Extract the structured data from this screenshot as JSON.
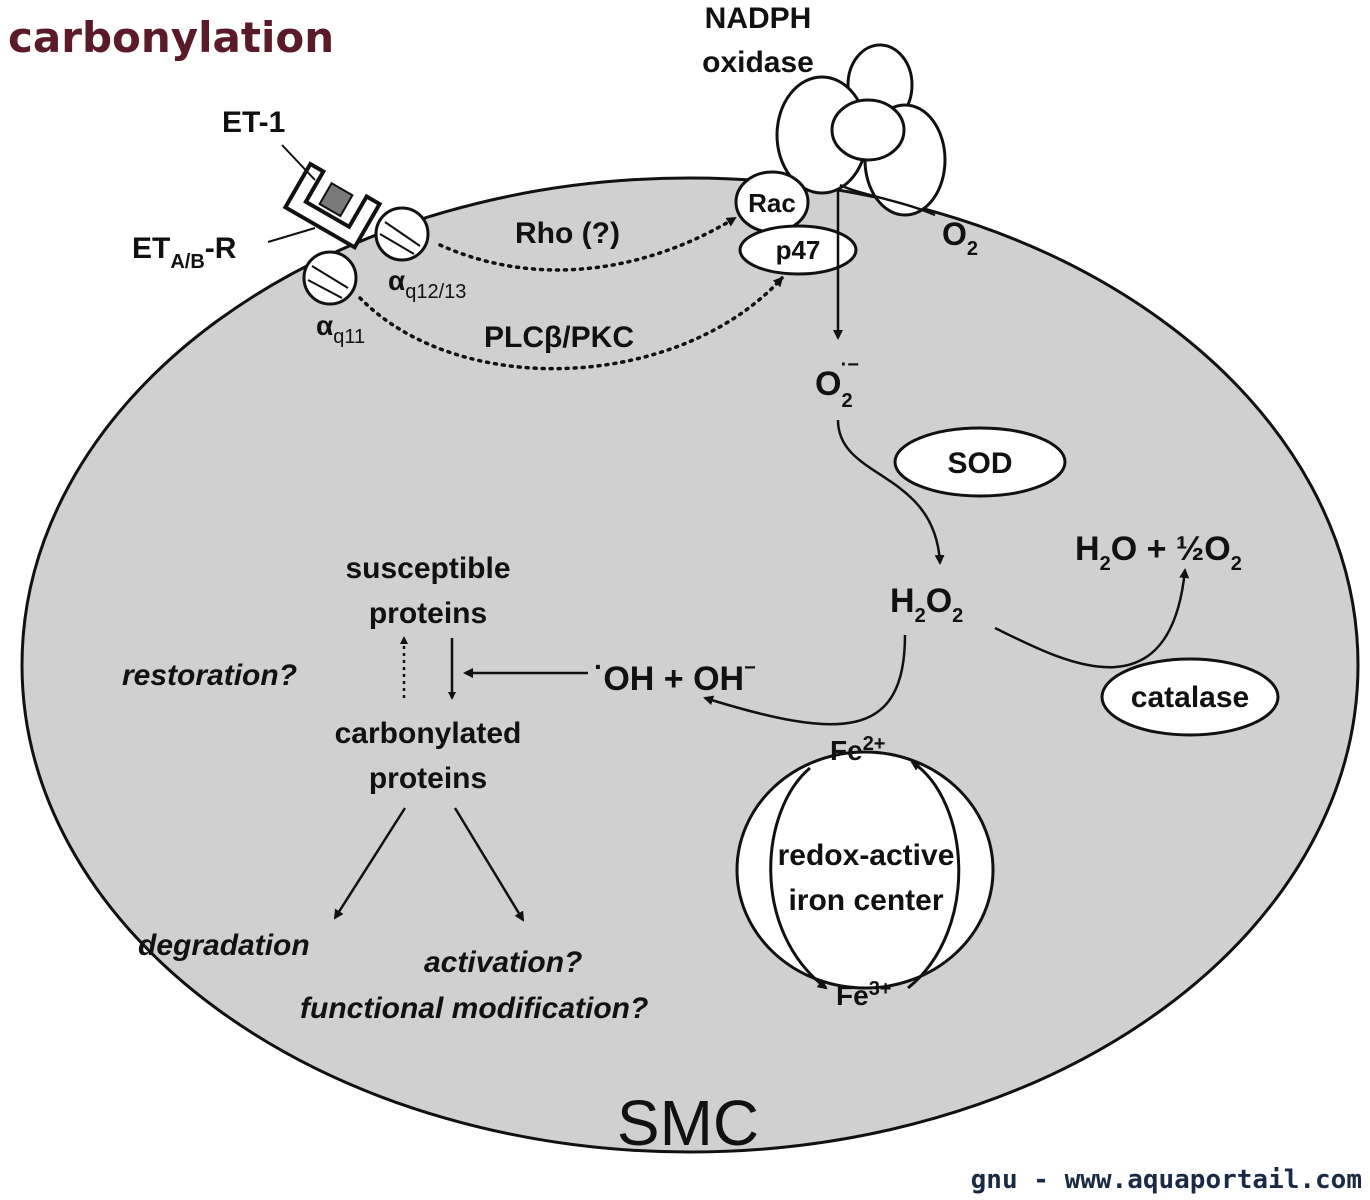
{
  "header": {
    "title": "carbonylation"
  },
  "watermark": {
    "text": "gnu - www.aquaportail.com"
  },
  "colors": {
    "cell": "#d0d0d0",
    "title": "#5a1a2a",
    "ink": "#111111"
  },
  "membrane": {
    "ligand": "ET-1",
    "receptor_main": "ET",
    "receptor_sub": "A/B",
    "receptor_suffix": "-R",
    "alpha_q1213_sym": "α",
    "alpha_q1213_sub": "q12/13",
    "alpha_q11_sym": "α",
    "alpha_q11_sub": "q11"
  },
  "nadph": {
    "line1": "NADPH",
    "line2": "oxidase",
    "rac": "Rac",
    "p47": "p47",
    "o2_main": "O",
    "o2_sub": "2"
  },
  "pathways": {
    "rho": "Rho (?)",
    "plc": "PLCβ/PKC"
  },
  "superoxide": {
    "main": "O",
    "sub": "2",
    "sup": "·−"
  },
  "sod": "SOD",
  "h2o2": {
    "a": "H",
    "b": "2",
    "c": "O",
    "d": "2"
  },
  "water": {
    "a": "H",
    "b": "2",
    "c": "O + ½O",
    "d": "2"
  },
  "catalase": "catalase",
  "hydroxyl": {
    "dot": "·",
    "text": "OH + OH",
    "sup": "−"
  },
  "iron": {
    "fe2_main": "Fe",
    "fe2_sup": "2+",
    "fe3_main": "Fe",
    "fe3_sup": "3+",
    "center_line1": "redox-active",
    "center_line2": "iron center"
  },
  "proteins": {
    "susceptible_line1": "susceptible",
    "susceptible_line2": "proteins",
    "restoration": "restoration?",
    "carbonylated_line1": "carbonylated",
    "carbonylated_line2": "proteins",
    "degradation": "degradation",
    "activation": "activation?",
    "functional": "functional modification?"
  },
  "cell_label": "SMC"
}
